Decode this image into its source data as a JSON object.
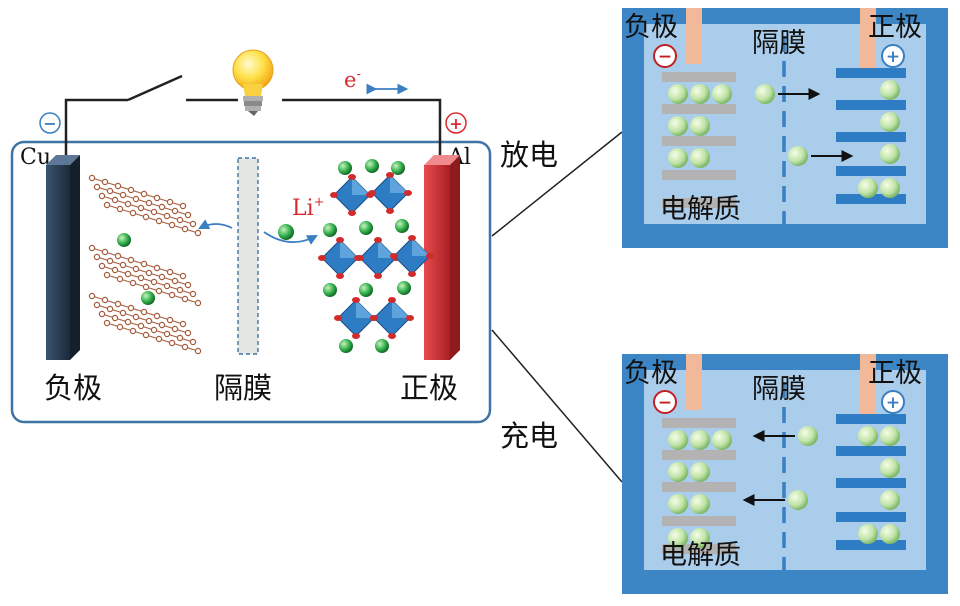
{
  "main_cell": {
    "anode_sign": "−",
    "cathode_sign": "+",
    "anode_metal": "Cu",
    "cathode_metal": "Al",
    "electron_label": "e",
    "electron_sup": "-",
    "ion_label": "Li",
    "ion_sup": "+",
    "anode_label": "负极",
    "separator_label": "隔膜",
    "cathode_label": "正极"
  },
  "modes": {
    "discharge": "放电",
    "charge": "充电"
  },
  "panels": {
    "discharge": {
      "anode_label": "负极",
      "separator_label": "隔膜",
      "cathode_label": "正极",
      "electrolyte_label": "电解质",
      "anode_sign": "−",
      "cathode_sign": "+"
    },
    "charge": {
      "anode_label": "负极",
      "separator_label": "隔膜",
      "cathode_label": "正极",
      "electrolyte_label": "电解质",
      "anode_sign": "−",
      "cathode_sign": "+"
    }
  },
  "colors": {
    "frame": "#3f74a6",
    "panel_blue": "#3d86c6",
    "panel_inner": "#a9cdea",
    "anode_slab": "#24384d",
    "cathode_slab": "#d9343b",
    "li_ball": "#2aa84a",
    "graphite": "#a55a3a",
    "copper_strip": "#f1b89a",
    "cathode_layer": "#2e7cc3",
    "anode_layer": "#b3b3b3"
  }
}
